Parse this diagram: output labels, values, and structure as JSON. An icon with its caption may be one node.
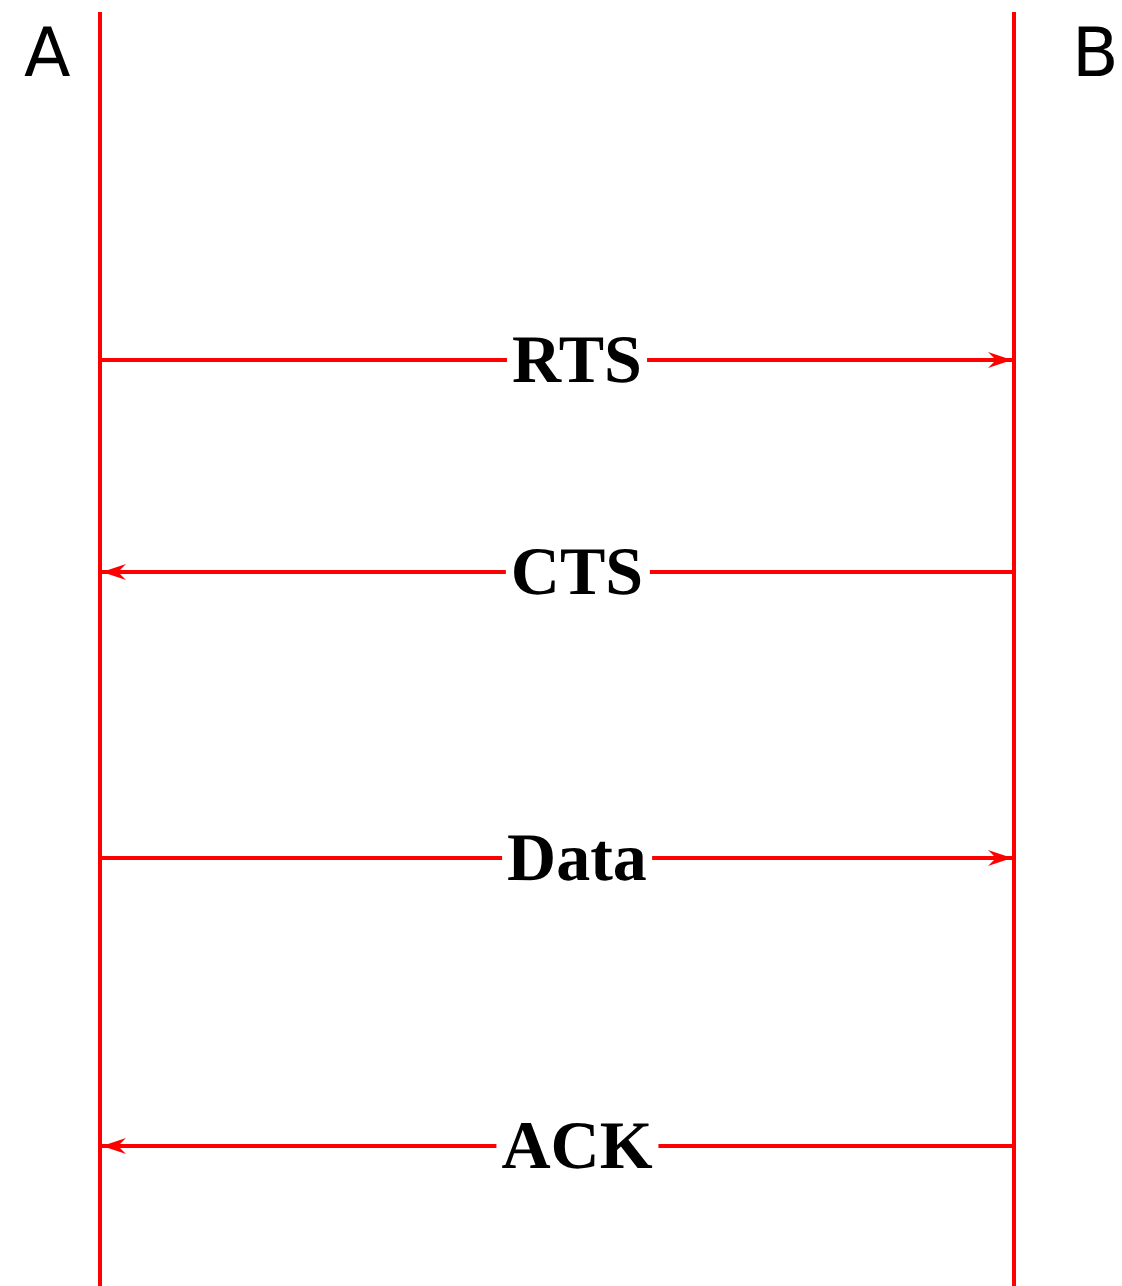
{
  "diagram": {
    "nodes": [
      {
        "text": [
          "A"
        ]
      },
      {
        "text": [
          "B"
        ]
      }
    ],
    "edges": [
      {
        "from": 0,
        "to": 1,
        "arrow": "to",
        "label": "RTS"
      },
      {
        "from": 1,
        "to": 0,
        "arrow": "to",
        "label": "CTS"
      },
      {
        "from": 0,
        "to": 1,
        "arrow": "to",
        "label": "Data"
      },
      {
        "from": 1,
        "to": 0,
        "arrow": "to",
        "label": "ACK"
      }
    ]
  }
}
